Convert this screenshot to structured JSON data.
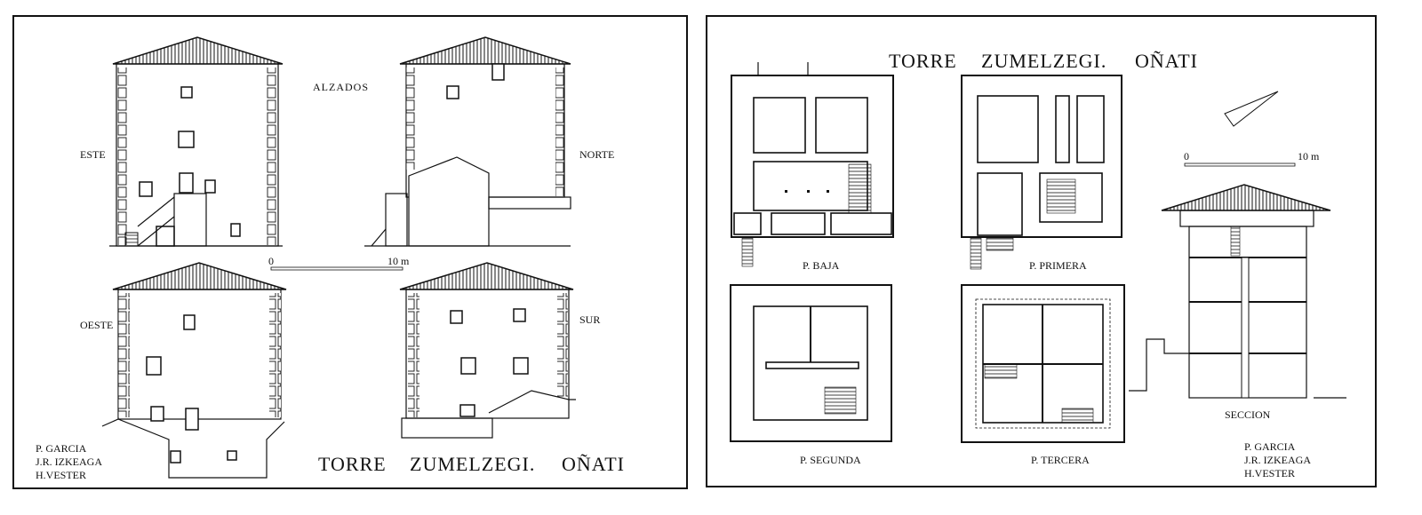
{
  "left_sheet": {
    "heading": "ALZADOS",
    "elevations": [
      "ESTE",
      "NORTE",
      "OESTE",
      "SUR"
    ],
    "scale": {
      "start": "0",
      "end": "10 m"
    },
    "authors": [
      "P. GARCIA",
      "J.R. IZKEAGA",
      "H.VESTER"
    ],
    "title": {
      "part1": "TORRE",
      "part2": "ZUMELZEGI.",
      "part3": "OÑATI"
    }
  },
  "right_sheet": {
    "title": {
      "part1": "TORRE",
      "part2": "ZUMELZEGI.",
      "part3": "OÑATI"
    },
    "plans": [
      "P. BAJA",
      "P. PRIMERA",
      "P. SEGUNDA",
      "P. TERCERA"
    ],
    "section": "SECCION",
    "scale": {
      "start": "0",
      "end": "10 m"
    },
    "authors": [
      "P. GARCIA",
      "J.R. IZKEAGA",
      "H.VESTER"
    ]
  }
}
